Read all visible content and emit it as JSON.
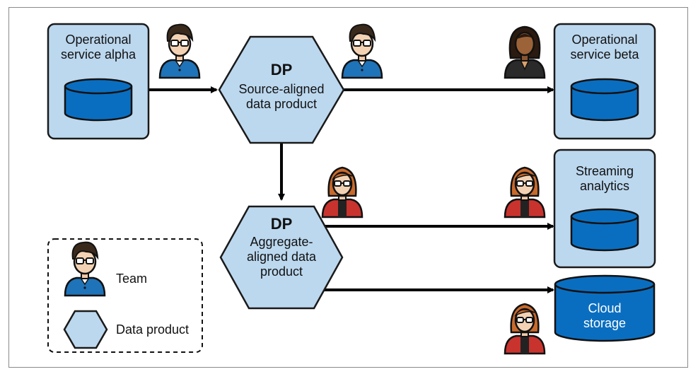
{
  "nodes": {
    "operational_service_alpha": "Operational service alpha",
    "operational_service_beta": "Operational service beta",
    "streaming_analytics": "Streaming analytics",
    "cloud_storage": "Cloud storage",
    "source_dp": {
      "tag": "DP",
      "label": "Source-aligned data product"
    },
    "aggregate_dp": {
      "tag": "DP",
      "label": "Aggregate-aligned data product"
    }
  },
  "legend": {
    "team": "Team",
    "data_product": "Data product"
  },
  "colors": {
    "box_fill": "#bcd8ef",
    "box_stroke": "#1a1a1a",
    "db_fill": "#0a6ec0",
    "arrow": "#000000",
    "person_male_shirt": "#1f73b8",
    "person_female_shirt": "#c8332e",
    "person_dark_shirt": "#2a2a2a"
  },
  "icons": [
    "team-member-male-icon",
    "team-member-female-icon",
    "team-member-dark-icon",
    "database-icon",
    "hexagon-icon"
  ]
}
